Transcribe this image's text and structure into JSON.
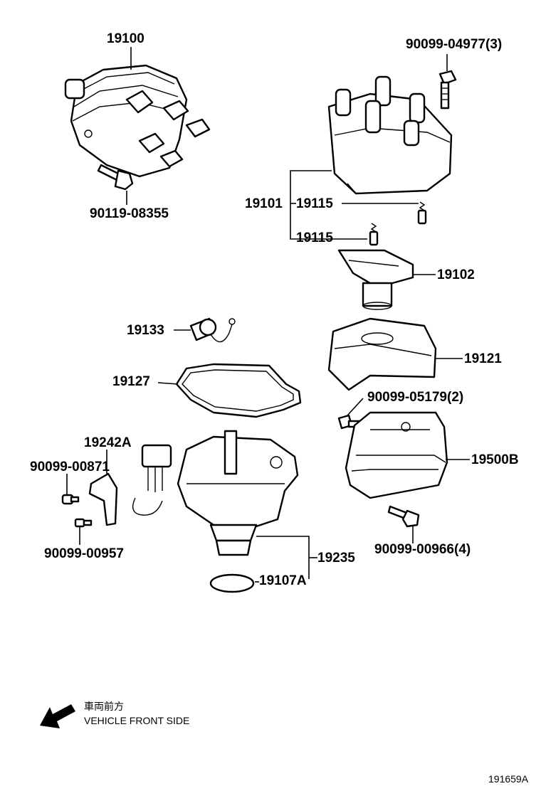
{
  "labels": {
    "p19100": "19100",
    "p90119_08355": "90119-08355",
    "p90099_04977": "90099-04977(3)",
    "p19101": "19101",
    "p19115a": "19115",
    "p19115b": "19115",
    "p19102": "19102",
    "p19133": "19133",
    "p19121": "19121",
    "p19127": "19127",
    "p90099_05179": "90099-05179(2)",
    "p19242A": "19242A",
    "p90099_00871": "90099-00871",
    "p19500B": "19500B",
    "p90099_00957": "90099-00957",
    "p19235": "19235",
    "p19107A": "19107A",
    "p90099_00966": "90099-00966(4)"
  },
  "direction": {
    "jp": "車両前方",
    "en": "VEHICLE FRONT SIDE"
  },
  "figure_id": "191659A"
}
